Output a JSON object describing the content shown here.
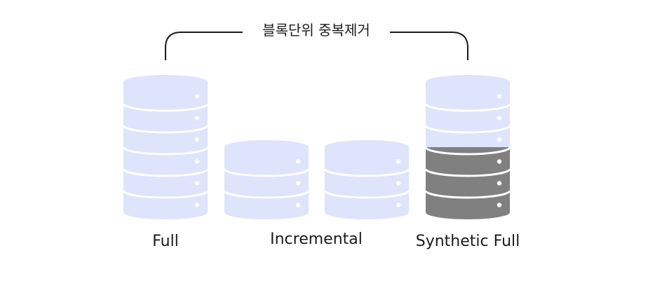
{
  "bracket": {
    "label": "블록단위 중복제거"
  },
  "colors": {
    "disk_fill": "#dde4fb",
    "disk_fill_dark": "#808080",
    "disk_separator": "#ffffff",
    "led": "#ffffff",
    "bracket_line": "#1a1a1a",
    "text": "#1a1a1a"
  },
  "stacks": [
    {
      "name": "full",
      "label": "Full",
      "disks": 6,
      "dark_disks": 0
    },
    {
      "name": "incremental-1",
      "label": "Incremental",
      "disks": 3,
      "dark_disks": 0
    },
    {
      "name": "incremental-2",
      "label": "",
      "disks": 3,
      "dark_disks": 0
    },
    {
      "name": "synthetic-full",
      "label": "Synthetic Full",
      "disks": 6,
      "dark_disks": 3
    }
  ]
}
